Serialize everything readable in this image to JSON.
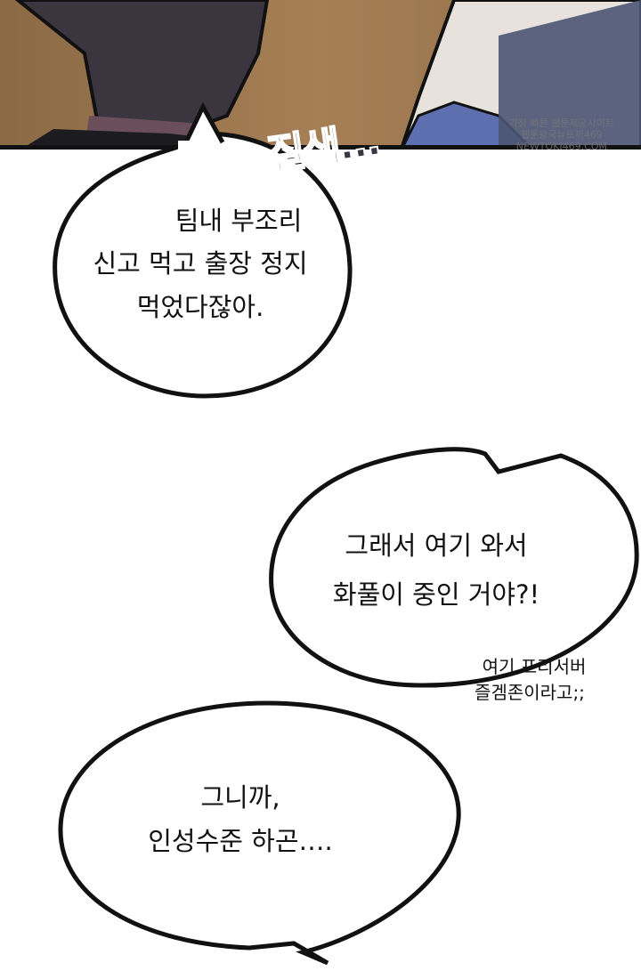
{
  "sfx": "질색…",
  "watermark": {
    "line1": "가장 빠른 웹툰제공사이트",
    "line2": "웹툰왕국뉴토끼469",
    "line3": "NEWTOKI469.COM"
  },
  "bubbles": [
    {
      "lines": [
        "팀내 부조리",
        "신고 먹고 출장 정지",
        "먹었다잖아."
      ]
    },
    {
      "lines": [
        "그래서 여기 와서",
        "화풀이 중인 거야?!"
      ]
    },
    {
      "lines": [
        "그니까,",
        "인성수준 하곤…."
      ]
    }
  ],
  "aside": {
    "lines": [
      "여기 프리서버",
      "즐겜존이라고;;"
    ]
  },
  "colors": {
    "panel_bg": "#a67f55",
    "hair": "#3b3540",
    "coat": "#5e6fb0"
  }
}
